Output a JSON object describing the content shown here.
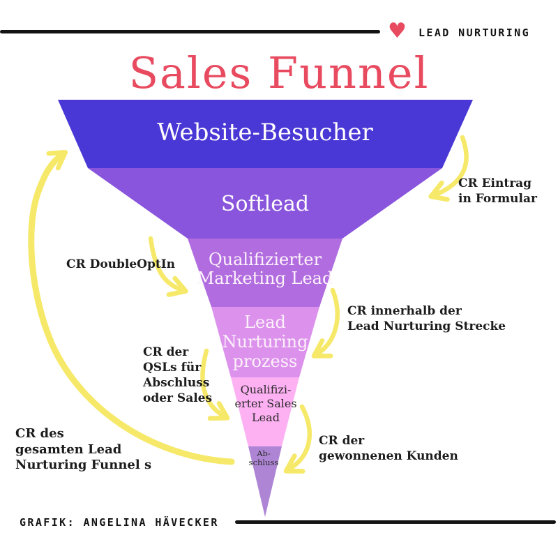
{
  "colors": {
    "background": "#ffffff",
    "accent_red": "#e84a5f",
    "ink": "#141414",
    "arrow_yellow": "#f6e96a"
  },
  "header": {
    "brand": "LEAD NURTURING",
    "heart_icon": "♥"
  },
  "title": "Sales Funnel",
  "funnel": {
    "layers": [
      {
        "label": "Website-Besucher",
        "color": "#4a38d6",
        "text_color": "#fffdfd"
      },
      {
        "label": "Softlead",
        "color": "#8955dc",
        "text_color": "#fffdfd"
      },
      {
        "label": "Qualifizierter\nMarketing Lead",
        "color": "#b16ddf",
        "text_color": "#fdf3fb"
      },
      {
        "label": "Lead\nNurturing\nprozess",
        "color": "#dc92ec",
        "text_color": "#fdf0fb"
      },
      {
        "label": "Qualifizi-\nerter Sales\nLead",
        "color": "#fdb1f3",
        "text_color": "#2a2a2a"
      },
      {
        "label": "Ab-\nschluss",
        "color": "#ae85d4",
        "text_color": "#2a2a2a"
      }
    ]
  },
  "annotations": {
    "eintrag": "CR Eintrag\nin Formular",
    "double_optin": "CR DoubleOptIn",
    "innerhalb": "CR innerhalb der\nLead Nurturing Strecke",
    "qsl": "CR der\nQSLs für\nAbschluss\noder Sales",
    "gesamt": "CR des\ngesamten Lead\nNurturing Funnel s",
    "kunden": "CR der\ngewonnenen Kunden"
  },
  "footer": {
    "credit": "GRAFIK: ANGELINA HÄVECKER"
  }
}
